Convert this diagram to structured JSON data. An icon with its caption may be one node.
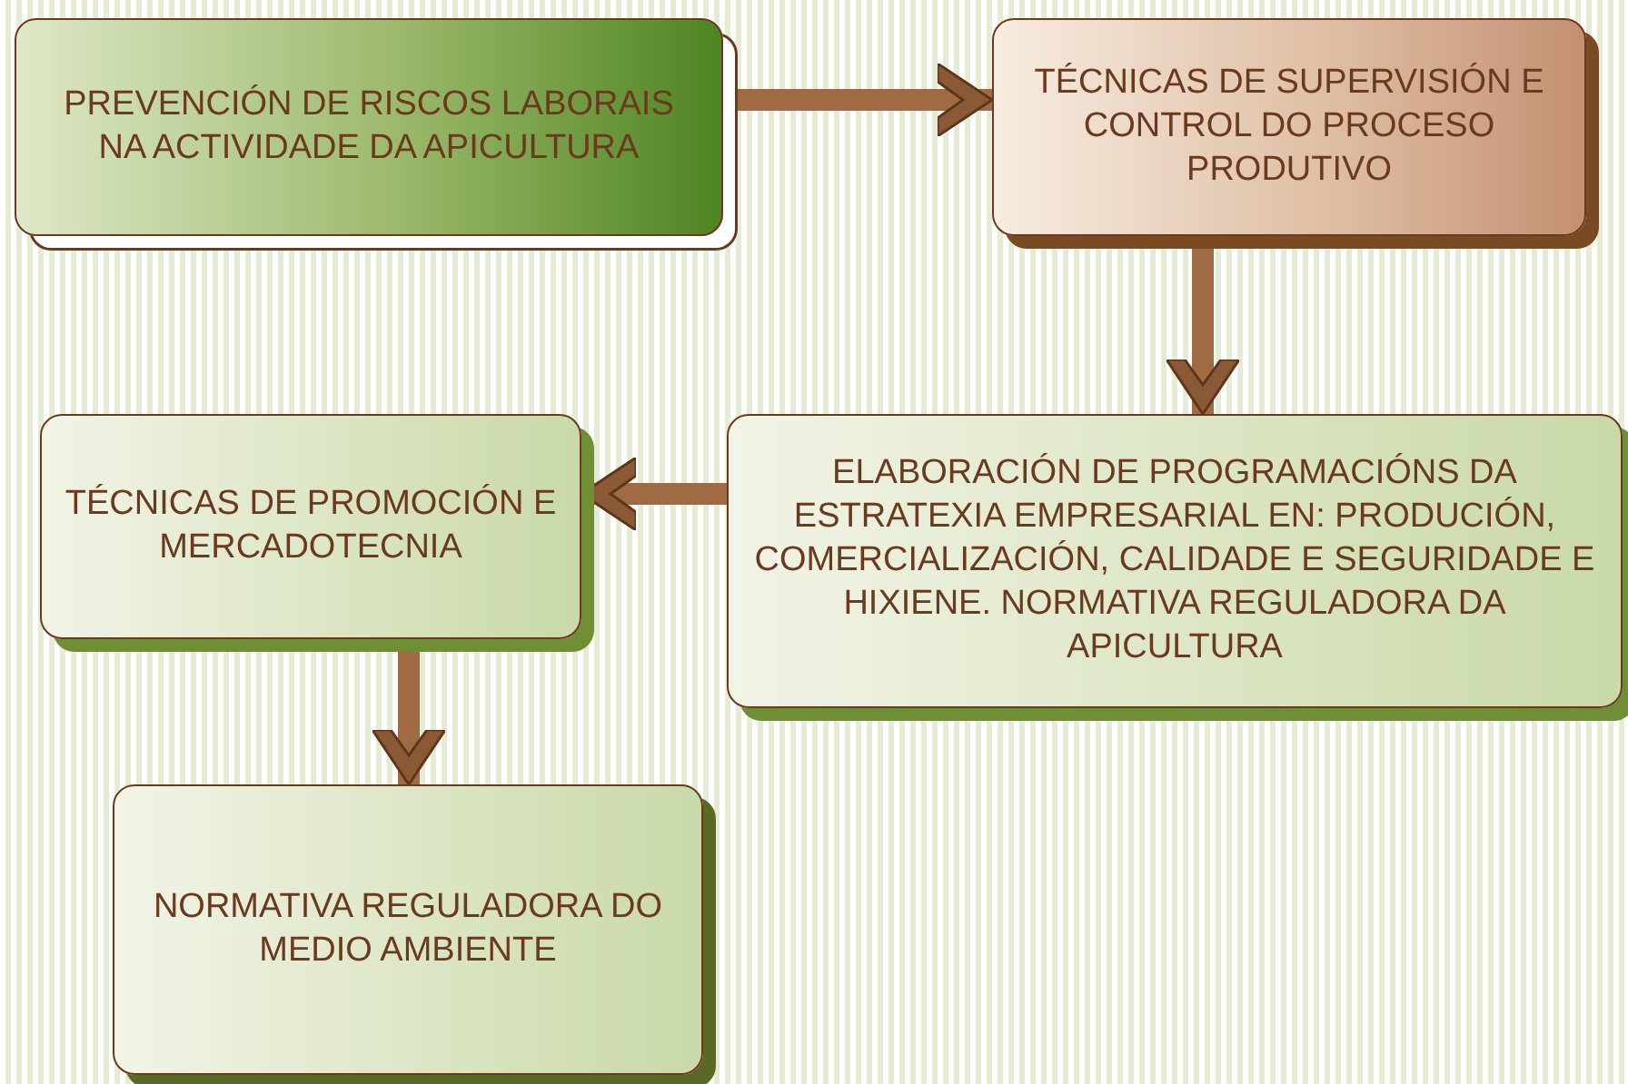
{
  "diagram": {
    "nodes": [
      {
        "text": [
          "PREVENCIÓN DE RISCOS LABORAIS NA ACTIVIDADE DA APICULTURA"
        ]
      },
      {
        "text": [
          "TÉCNICAS DE SUPERVISIÓN E CONTROL DO PROCESO PRODUTIVO"
        ]
      },
      {
        "text": [
          "ELABORACIÓN DE PROGRAMACIÓNS DA ESTRATEXIA EMPRESARIAL EN: PRODUCIÓN, COMERCIALIZACIÓN, CALIDADE E SEGURIDADE E HIXIENE. NORMATIVA REGULADORA DA APICULTURA"
        ]
      },
      {
        "text": [
          "TÉCNICAS DE PROMOCIÓN E MERCADOTECNIA"
        ]
      },
      {
        "text": [
          "NORMATIVA REGULADORA DO MEDIO AMBIENTE"
        ]
      }
    ],
    "edges": [
      {
        "from": 0,
        "to": 1,
        "arrow": "to"
      },
      {
        "from": 1,
        "to": 2,
        "arrow": "to"
      },
      {
        "from": 2,
        "to": 3,
        "arrow": "to"
      },
      {
        "from": 3,
        "to": 4,
        "arrow": "to"
      }
    ]
  }
}
